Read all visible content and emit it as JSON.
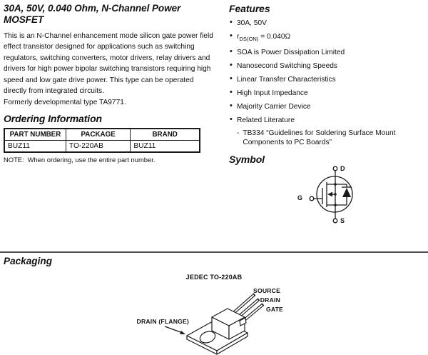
{
  "doc": {
    "title": "30A, 50V, 0.040 Ohm, N-Channel Power MOSFET",
    "description": "This is an N-Channel enhancement mode silicon gate power field effect transistor designed for applications such as switching regulators, switching converters, motor drivers, relay drivers and drivers for high power bipolar switching transistors requiring high speed and low gate drive power. This type can be operated directly from integrated circuits.",
    "formerly": "Formerly developmental type TA9771."
  },
  "ordering": {
    "heading": "Ordering Information",
    "table": {
      "headers": [
        "PART NUMBER",
        "PACKAGE",
        "BRAND"
      ],
      "rows": [
        [
          "BUZ11",
          "TO-220AB",
          "BUZ11"
        ]
      ]
    },
    "note_label": "NOTE:",
    "note_text": "When ordering, use the entire part number."
  },
  "features": {
    "heading": "Features",
    "items": [
      "30A, 50V",
      "SOA is Power Dissipation Limited",
      "Nanosecond Switching Speeds",
      "Linear Transfer Characteristics",
      "High Input Impedance",
      "Majority Carrier Device",
      "Related Literature"
    ],
    "rds": {
      "base": "r",
      "sub": "DS(ON)",
      "value": " = 0.040Ω"
    },
    "literature_dash": "-",
    "literature": "TB334 “Guidelines for Soldering Surface Mount Components to PC Boards”"
  },
  "symbol": {
    "heading": "Symbol",
    "drain_label": "D",
    "gate_label": "G",
    "source_label": "S"
  },
  "packaging": {
    "heading": "Packaging",
    "jedec_label": "JEDEC TO-220AB",
    "lead_labels": {
      "source": "SOURCE",
      "drain": "DRAIN",
      "gate": "GATE"
    },
    "flange_label": "DRAIN (FLANGE)"
  },
  "colors": {
    "text": "#111111",
    "divider": "#505050"
  }
}
